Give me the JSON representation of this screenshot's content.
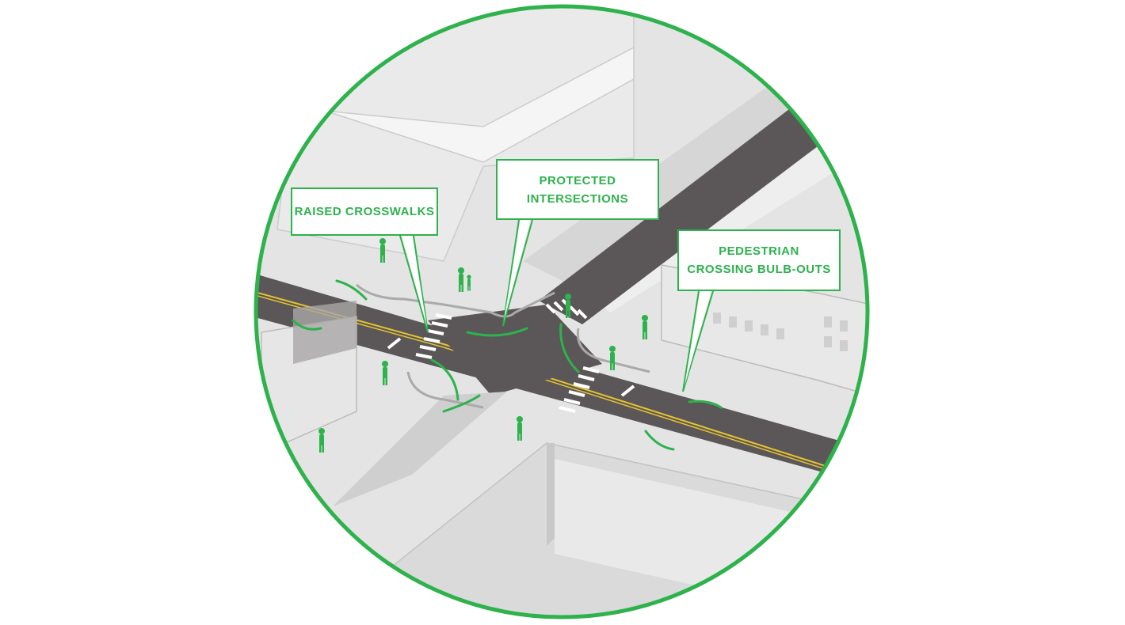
{
  "colors": {
    "accent": "#2db24c",
    "road": "#5b5758",
    "sidewalk": "#dcdcdc",
    "building": "#ececec",
    "lane_line": "#e6c430",
    "background": "#ffffff"
  },
  "callouts": {
    "raised_crosswalks": {
      "lines": [
        "RAISED CROSSWALKS"
      ]
    },
    "protected_intersections": {
      "lines": [
        "PROTECTED",
        "INTERSECTIONS"
      ]
    },
    "pedestrian_bulb_outs": {
      "lines": [
        "PEDESTRIAN",
        "CROSSING BULB-OUTS"
      ]
    }
  },
  "icons": [
    "pedestrian-icon",
    "cyclist-path-arc"
  ]
}
